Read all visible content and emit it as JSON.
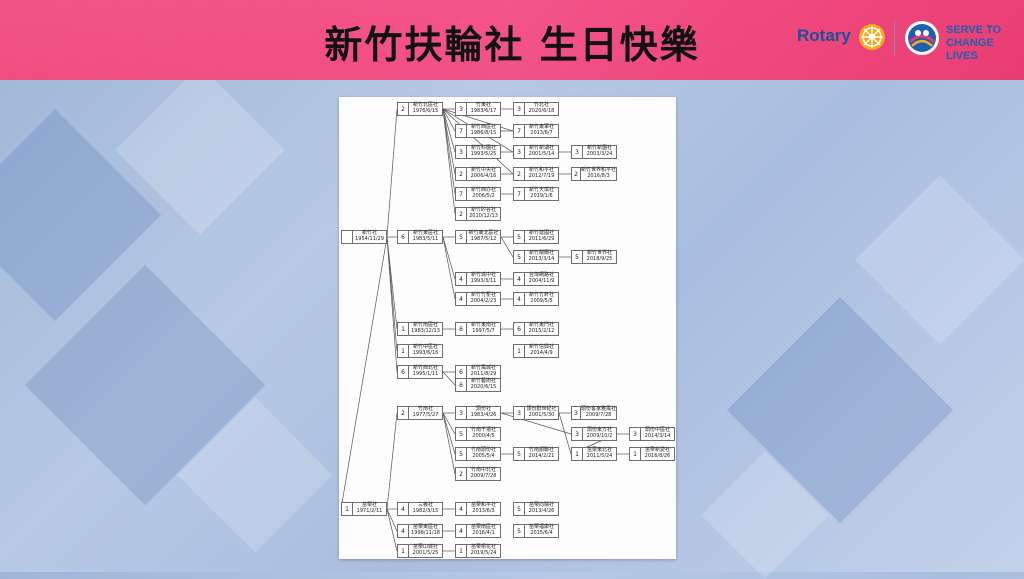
{
  "header": {
    "title": "新竹扶輪社 生日快樂",
    "rotary_label": "Rotary",
    "serve_line1": "SERVE TO",
    "serve_line2": "CHANGE LIVES",
    "brand_color": "#f0467a",
    "logo_color": "#1f4e9b"
  },
  "tree": {
    "nodes": [
      {
        "num": "",
        "name": "新竹社",
        "date": "1954/11/29"
      },
      {
        "num": "2",
        "name": "新竹北區社",
        "date": "1976/6/15"
      },
      {
        "num": "3",
        "name": "竹東社",
        "date": "1983/6/17"
      },
      {
        "num": "3",
        "name": "竹北社",
        "date": "2020/6/18"
      },
      {
        "num": "7",
        "name": "新竹西區社",
        "date": "1986/8/15"
      },
      {
        "num": "7",
        "name": "新竹東軍社",
        "date": "2013/6/7"
      },
      {
        "num": "3",
        "name": "新竹科園社",
        "date": "1993/5/25"
      },
      {
        "num": "3",
        "name": "新竹新湖社",
        "date": "2001/5/14"
      },
      {
        "num": "3",
        "name": "新竹新園社",
        "date": "2003/3/24"
      },
      {
        "num": "2",
        "name": "新竹中央社",
        "date": "2006/4/16"
      },
      {
        "num": "2",
        "name": "新竹和平社",
        "date": "2012/7/19"
      },
      {
        "num": "2",
        "name": "新竹世界和平社",
        "date": "2016/8/3"
      },
      {
        "num": "7",
        "name": "新竹西亦社",
        "date": "2006/5/2"
      },
      {
        "num": "7",
        "name": "新竹天琪社",
        "date": "2019/1/6"
      },
      {
        "num": "2",
        "name": "新竹矽谷社",
        "date": "2010/12/13"
      },
      {
        "num": "6",
        "name": "新竹東區社",
        "date": "1983/5/11"
      },
      {
        "num": "5",
        "name": "新竹東北區社",
        "date": "1987/5/12"
      },
      {
        "num": "5",
        "name": "新竹建國社",
        "date": "2011/6/29"
      },
      {
        "num": "5",
        "name": "新竹關爾社",
        "date": "2013/3/14"
      },
      {
        "num": "5",
        "name": "新竹世界社",
        "date": "2018/9/25"
      },
      {
        "num": "4",
        "name": "新竹城中社",
        "date": "1993/3/11"
      },
      {
        "num": "4",
        "name": "台灣網路社",
        "date": "2004/11/9"
      },
      {
        "num": "4",
        "name": "新竹竹塹社",
        "date": "2004/2/23"
      },
      {
        "num": "4",
        "name": "新竹竹軒社",
        "date": "2009/5/5"
      },
      {
        "num": "1",
        "name": "新竹南區社",
        "date": "1983/12/13"
      },
      {
        "num": "6",
        "name": "新竹東南社",
        "date": "1997/5/7"
      },
      {
        "num": "6",
        "name": "新竹東門社",
        "date": "2015/2/12"
      },
      {
        "num": "1",
        "name": "新竹中區社",
        "date": "1993/6/16"
      },
      {
        "num": "1",
        "name": "新竹信興社",
        "date": "2014/4/9"
      },
      {
        "num": "6",
        "name": "新竹西北社",
        "date": "1995/1/11"
      },
      {
        "num": "6",
        "name": "新竹風城社",
        "date": "2011/8/29"
      },
      {
        "num": "6",
        "name": "新竹藝術社",
        "date": "2020/6/15"
      },
      {
        "num": "2",
        "name": "竹南社",
        "date": "1977/5/27"
      },
      {
        "num": "3",
        "name": "頭份社",
        "date": "1983/4/26"
      },
      {
        "num": "3",
        "name": "頭份群世紀社",
        "date": "2001/5/30"
      },
      {
        "num": "3",
        "name": "頭份客家雅風社",
        "date": "2009/7/28"
      },
      {
        "num": "5",
        "name": "竹南千禧社",
        "date": "2000/4/5"
      },
      {
        "num": "3",
        "name": "頭份東方社",
        "date": "2009/10/2"
      },
      {
        "num": "3",
        "name": "頭份中區社",
        "date": "2014/3/14"
      },
      {
        "num": "5",
        "name": "竹南頭份社",
        "date": "2005/5/4"
      },
      {
        "num": "5",
        "name": "竹南順聯社",
        "date": "2014/2/21"
      },
      {
        "num": "1",
        "name": "苗栗東北社",
        "date": "2011/5/24"
      },
      {
        "num": "1",
        "name": "苗栗新愛社",
        "date": "2016/8/26"
      },
      {
        "num": "2",
        "name": "竹南中北社",
        "date": "2009/7/28"
      },
      {
        "num": "1",
        "name": "苗栗社",
        "date": "1971/2/11"
      },
      {
        "num": "4",
        "name": "三義社",
        "date": "1982/3/15"
      },
      {
        "num": "4",
        "name": "苗栗和平社",
        "date": "2013/6/3"
      },
      {
        "num": "5",
        "name": "苗栗向陽社",
        "date": "2013/4/26"
      },
      {
        "num": "4",
        "name": "苗栗東區社",
        "date": "1998/11/18"
      },
      {
        "num": "4",
        "name": "苗栗南區社",
        "date": "2016/4/1"
      },
      {
        "num": "5",
        "name": "苗栗福康社",
        "date": "2015/6/4"
      },
      {
        "num": "1",
        "name": "苗栗山城社",
        "date": "2001/5/25"
      },
      {
        "num": "1",
        "name": "苗栗桐花社",
        "date": "2019/5/24"
      }
    ]
  }
}
